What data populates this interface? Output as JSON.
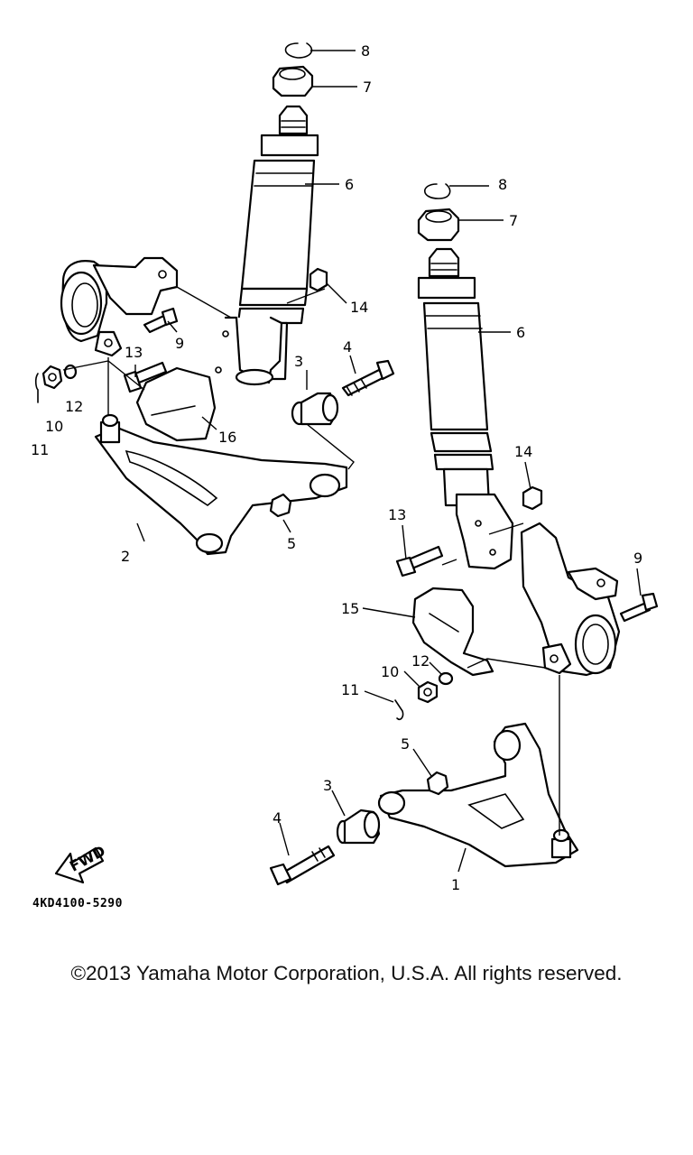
{
  "diagram": {
    "part_labels": [
      "1",
      "2",
      "3",
      "4",
      "5",
      "6",
      "7",
      "8",
      "9",
      "10",
      "11",
      "12",
      "13",
      "14",
      "15",
      "16"
    ],
    "fwd_label": "FWD",
    "diagram_code": "4KD4100-5290"
  },
  "footer": {
    "copyright": "©2013 Yamaha Motor Corporation, U.S.A. All rights reserved."
  }
}
